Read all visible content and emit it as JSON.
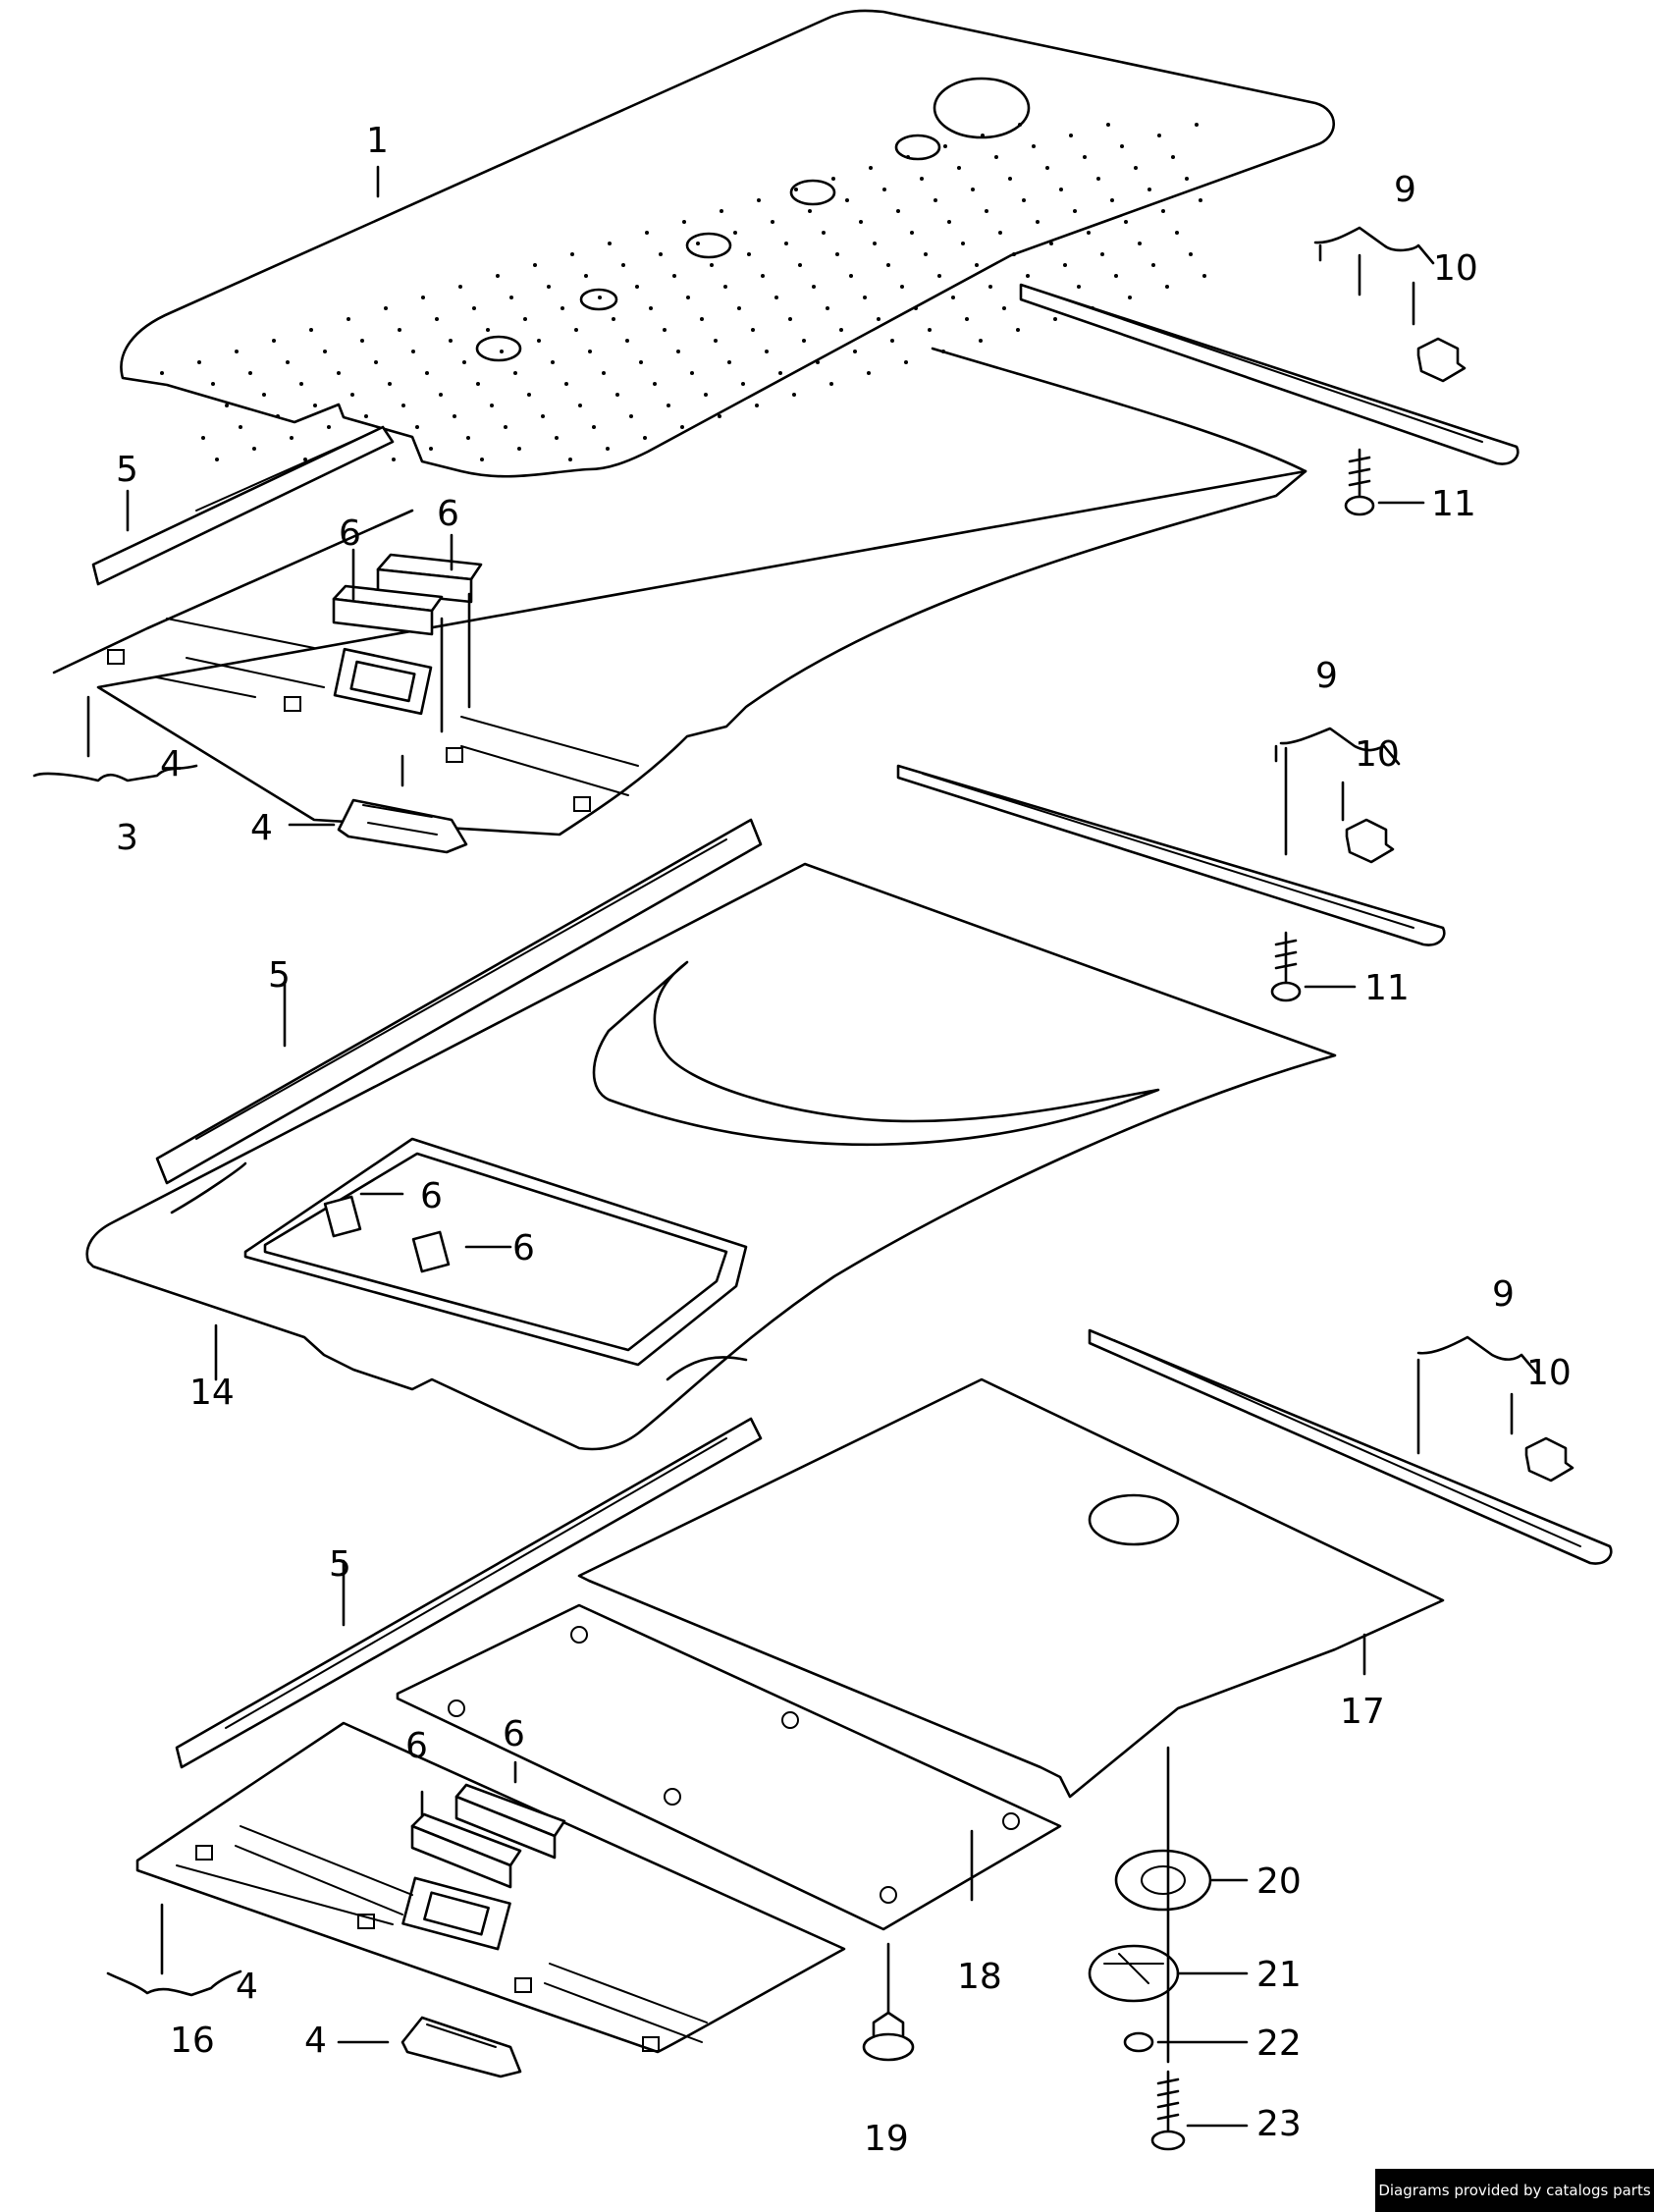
{
  "callouts": [
    {
      "id": "c1",
      "text": "1"
    },
    {
      "id": "c3",
      "text": "3"
    },
    {
      "id": "c4a",
      "text": "4"
    },
    {
      "id": "c4b",
      "text": "4"
    },
    {
      "id": "c4c",
      "text": "4"
    },
    {
      "id": "c4d",
      "text": "4"
    },
    {
      "id": "c5a",
      "text": "5"
    },
    {
      "id": "c5b",
      "text": "5"
    },
    {
      "id": "c5c",
      "text": "5"
    },
    {
      "id": "c6a",
      "text": "6"
    },
    {
      "id": "c6b",
      "text": "6"
    },
    {
      "id": "c6c",
      "text": "6"
    },
    {
      "id": "c6d",
      "text": "6"
    },
    {
      "id": "c6e",
      "text": "6"
    },
    {
      "id": "c6f",
      "text": "6"
    },
    {
      "id": "c9a",
      "text": "9"
    },
    {
      "id": "c9b",
      "text": "9"
    },
    {
      "id": "c9c",
      "text": "9"
    },
    {
      "id": "c10a",
      "text": "10"
    },
    {
      "id": "c10b",
      "text": "10"
    },
    {
      "id": "c10c",
      "text": "10"
    },
    {
      "id": "c11a",
      "text": "11"
    },
    {
      "id": "c11b",
      "text": "11"
    },
    {
      "id": "c14",
      "text": "14"
    },
    {
      "id": "c16",
      "text": "16"
    },
    {
      "id": "c17",
      "text": "17"
    },
    {
      "id": "c18",
      "text": "18"
    },
    {
      "id": "c19",
      "text": "19"
    },
    {
      "id": "c20",
      "text": "20"
    },
    {
      "id": "c21",
      "text": "21"
    },
    {
      "id": "c22",
      "text": "22"
    },
    {
      "id": "c23",
      "text": "23"
    }
  ],
  "footer": {
    "credit": "Diagrams provided by catalogs parts"
  }
}
